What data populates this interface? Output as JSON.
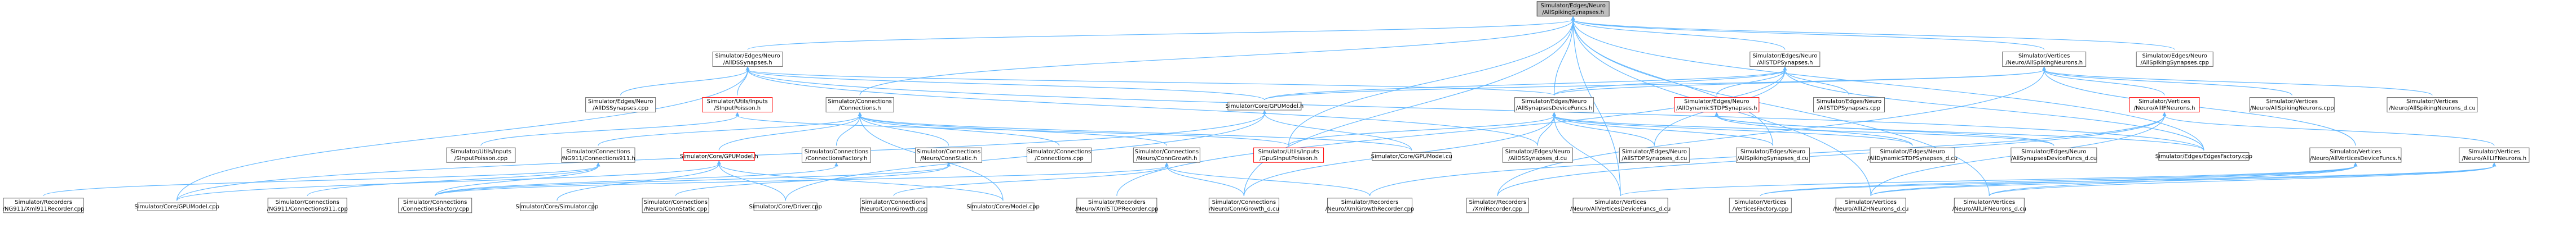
{
  "colors": {
    "edge": "#63b8ff",
    "node_border": "#666666",
    "root_fill": "#bfbfbf",
    "highlight_border": "#ff0000"
  },
  "nodes": [
    {
      "id": "root",
      "kind": "root",
      "lines": [
        "Simulator/Edges/Neuro",
        "/AllSpikingSynapses.h"
      ]
    },
    {
      "id": "ds",
      "lines": [
        "Simulator/Edges/Neuro",
        "/AllDSSynapses.h"
      ]
    },
    {
      "id": "conn",
      "lines": [
        "Simulator/Connections",
        "/Connections.h"
      ]
    },
    {
      "id": "stdp",
      "lines": [
        "Simulator/Edges/Neuro",
        "/AllSTDPSynapses.h"
      ]
    },
    {
      "id": "spkn",
      "lines": [
        "Simulator/Vertices",
        "/Neuro/AllSpikingNeurons.h"
      ]
    },
    {
      "id": "spks_cpp",
      "lines": [
        "Simulator/Edges/Neuro",
        "/AllSpikingSynapses.cpp"
      ]
    },
    {
      "id": "ds_cpp",
      "lines": [
        "Simulator/Edges/Neuro",
        "/AllDSSynapses.cpp"
      ]
    },
    {
      "id": "sinput",
      "kind": "red",
      "lines": [
        "Simulator/Utils/Inputs",
        "/SInputPoisson.h"
      ]
    },
    {
      "id": "gpumodel",
      "lines": [
        "Simulator/Core/GPUModel.h"
      ]
    },
    {
      "id": "sdf",
      "lines": [
        "Simulator/Edges/Neuro",
        "/AllSynapsesDeviceFuncs.h"
      ]
    },
    {
      "id": "dyn",
      "kind": "red",
      "lines": [
        "Simulator/Edges/Neuro",
        "/AllDynamicSTDPSynapses.h"
      ]
    },
    {
      "id": "stdp_cpp",
      "lines": [
        "Simulator/Edges/Neuro",
        "/AllSTDPSynapses.cpp"
      ]
    },
    {
      "id": "ifn",
      "kind": "red",
      "lines": [
        "Simulator/Vertices",
        "/Neuro/AllIFNeurons.h"
      ]
    },
    {
      "id": "spkn_cpp",
      "lines": [
        "Simulator/Vertices",
        "/Neuro/AllSpikingNeurons.cpp"
      ]
    },
    {
      "id": "spkn_cu",
      "lines": [
        "Simulator/Vertices",
        "/Neuro/AllSpikingNeurons_d.cu"
      ]
    },
    {
      "id": "sinput_cpp",
      "lines": [
        "Simulator/Utils/Inputs",
        "/SInputPoisson.cpp"
      ]
    },
    {
      "id": "c911",
      "lines": [
        "Simulator/Connections",
        "/NG911/Connections911.h"
      ]
    },
    {
      "id": "model",
      "kind": "red",
      "lines": [
        "Simulator/Core/GPUModel.h"
      ]
    },
    {
      "id": "cfact",
      "lines": [
        "Simulator/Connections",
        "/ConnectionsFactory.h"
      ]
    },
    {
      "id": "cstatic",
      "lines": [
        "Simulator/Connections",
        "/Neuro/ConnStatic.h"
      ]
    },
    {
      "id": "conn_cpp",
      "lines": [
        "Simulator/Connections",
        "/Connections.cpp"
      ]
    },
    {
      "id": "cgrowth",
      "lines": [
        "Simulator/Connections",
        "/Neuro/ConnGrowth.h"
      ]
    },
    {
      "id": "gpuinput",
      "kind": "red",
      "lines": [
        "Simulator/Utils/Inputs",
        "/GpuSInputPoisson.h"
      ]
    },
    {
      "id": "gpumodel_cu",
      "lines": [
        "Simulator/Core/GPUModel.cu"
      ]
    },
    {
      "id": "ds_cu",
      "lines": [
        "Simulator/Edges/Neuro",
        "/AllDSSynapses_d.cu"
      ]
    },
    {
      "id": "stdp_cu",
      "lines": [
        "Simulator/Edges/Neuro",
        "/AllSTDPSynapses_d.cu"
      ]
    },
    {
      "id": "spks_cu",
      "lines": [
        "Simulator/Edges/Neuro",
        "/AllSpikingSynapses_d.cu"
      ]
    },
    {
      "id": "dyn_cu",
      "lines": [
        "Simulator/Edges/Neuro",
        "/AllDynamicSTDPSynapses_d.cu"
      ]
    },
    {
      "id": "sdf_cu",
      "lines": [
        "Simulator/Edges/Neuro",
        "/AllSynapsesDeviceFuncs_d.cu"
      ]
    },
    {
      "id": "efact",
      "lines": [
        "Simulator/Edges/EdgesFactory.cpp"
      ]
    },
    {
      "id": "avdf",
      "lines": [
        "Simulator/Vertices",
        "/Neuro/AllVerticesDeviceFuncs.h"
      ]
    },
    {
      "id": "lifn",
      "lines": [
        "Simulator/Vertices",
        "/Neuro/AllLIFNeurons.h"
      ]
    },
    {
      "id": "xml911",
      "lines": [
        "Simulator/Recorders",
        "/NG911/Xml911Recorder.cpp"
      ]
    },
    {
      "id": "gpumodel_cpp",
      "lines": [
        "Simulator/Core/GPUModel.cpp"
      ]
    },
    {
      "id": "c911_cpp",
      "lines": [
        "Simulator/Connections",
        "/NG911/Connections911.cpp"
      ]
    },
    {
      "id": "cfact_cpp",
      "lines": [
        "Simulator/Connections",
        "/ConnectionsFactory.cpp"
      ]
    },
    {
      "id": "sim_cpp",
      "lines": [
        "Simulator/Core/Simulator.cpp"
      ]
    },
    {
      "id": "cstatic_cpp",
      "lines": [
        "Simulator/Connections",
        "/Neuro/ConnStatic.cpp"
      ]
    },
    {
      "id": "driver",
      "lines": [
        "Simulator/Core/Driver.cpp"
      ]
    },
    {
      "id": "cgrowth_cpp",
      "lines": [
        "Simulator/Connections",
        "/Neuro/ConnGrowth.cpp"
      ]
    },
    {
      "id": "model_cpp",
      "lines": [
        "Simulator/Core/Model.cpp"
      ]
    },
    {
      "id": "xmlstdp",
      "lines": [
        "Simulator/Recorders",
        "/Neuro/XmlSTDPRecorder.cpp"
      ]
    },
    {
      "id": "cgrowth_cu",
      "lines": [
        "Simulator/Connections",
        "/Neuro/ConnGrowth_d.cu"
      ]
    },
    {
      "id": "xmlgrowth",
      "lines": [
        "Simulator/Recorders",
        "/Neuro/XmlGrowthRecorder.cpp"
      ]
    },
    {
      "id": "xmlrec",
      "lines": [
        "Simulator/Recorders",
        "/XmlRecorder.cpp"
      ]
    },
    {
      "id": "avdf_cu",
      "lines": [
        "Simulator/Vertices",
        "/Neuro/AllVerticesDeviceFuncs_d.cu"
      ]
    },
    {
      "id": "vfact",
      "lines": [
        "Simulator/Vertices",
        "/VerticesFactory.cpp"
      ]
    },
    {
      "id": "aizh",
      "lines": [
        "Simulator/Vertices",
        "/Neuro/AllIZHNeurons_d.cu"
      ]
    },
    {
      "id": "lifn_cu",
      "lines": [
        "Simulator/Vertices",
        "/Neuro/AllLIFNeurons_d.cu"
      ]
    }
  ],
  "edges": [
    [
      "root",
      "ds"
    ],
    [
      "root",
      "conn"
    ],
    [
      "root",
      "stdp"
    ],
    [
      "root",
      "spkn"
    ],
    [
      "root",
      "spks_cpp"
    ],
    [
      "root",
      "sdf"
    ],
    [
      "root",
      "gpuinput"
    ],
    [
      "root",
      "efact"
    ],
    [
      "root",
      "spks_cu"
    ],
    [
      "root",
      "cgrowth_cu"
    ],
    [
      "root",
      "avdf_cu"
    ],
    [
      "root",
      "aizh"
    ],
    [
      "root",
      "lifn_cu"
    ],
    [
      "ds",
      "ds_cpp"
    ],
    [
      "ds",
      "sinput"
    ],
    [
      "ds",
      "gpumodel"
    ],
    [
      "ds",
      "sdf"
    ],
    [
      "ds",
      "ds_cu"
    ],
    [
      "ds",
      "efact"
    ],
    [
      "ds",
      "gpumodel_cpp"
    ],
    [
      "conn",
      "c911"
    ],
    [
      "conn",
      "model"
    ],
    [
      "conn",
      "cfact"
    ],
    [
      "conn",
      "cstatic"
    ],
    [
      "conn",
      "conn_cpp"
    ],
    [
      "conn",
      "cgrowth"
    ],
    [
      "conn",
      "gpumodel_cu"
    ],
    [
      "conn",
      "model_cpp"
    ],
    [
      "stdp",
      "dyn"
    ],
    [
      "stdp",
      "stdp_cpp"
    ],
    [
      "stdp",
      "sdf"
    ],
    [
      "stdp",
      "gpumodel"
    ],
    [
      "stdp",
      "stdp_cu"
    ],
    [
      "stdp",
      "efact"
    ],
    [
      "stdp",
      "xmlstdp"
    ],
    [
      "spkn",
      "ifn"
    ],
    [
      "spkn",
      "spkn_cpp"
    ],
    [
      "spkn",
      "spkn_cu"
    ],
    [
      "spkn",
      "sdf"
    ],
    [
      "spkn",
      "avdf"
    ],
    [
      "spkn",
      "gpumodel"
    ],
    [
      "spkn",
      "xmlrec"
    ],
    [
      "sinput",
      "sinput_cpp"
    ],
    [
      "sinput",
      "gpuinput"
    ],
    [
      "gpumodel",
      "gpumodel_cu"
    ],
    [
      "gpumodel",
      "gpumodel_cpp"
    ],
    [
      "gpumodel",
      "driver"
    ],
    [
      "sdf",
      "ds_cu"
    ],
    [
      "sdf",
      "stdp_cu"
    ],
    [
      "sdf",
      "spks_cu"
    ],
    [
      "sdf",
      "dyn_cu"
    ],
    [
      "sdf",
      "sdf_cu"
    ],
    [
      "sdf",
      "gpuinput"
    ],
    [
      "sdf",
      "cgrowth_cu"
    ],
    [
      "sdf",
      "avdf_cu"
    ],
    [
      "dyn",
      "dyn_cu"
    ],
    [
      "dyn",
      "sdf_cu"
    ],
    [
      "dyn",
      "efact"
    ],
    [
      "ifn",
      "lifn"
    ],
    [
      "ifn",
      "xmlgrowth"
    ],
    [
      "ifn",
      "xmlrec"
    ],
    [
      "ifn",
      "aizh"
    ],
    [
      "c911",
      "xml911"
    ],
    [
      "c911",
      "c911_cpp"
    ],
    [
      "c911",
      "cfact_cpp"
    ],
    [
      "model",
      "gpumodel_cpp"
    ],
    [
      "model",
      "sim_cpp"
    ],
    [
      "model",
      "driver"
    ],
    [
      "model",
      "model_cpp"
    ],
    [
      "cfact",
      "cfact_cpp"
    ],
    [
      "cstatic",
      "cstatic_cpp"
    ],
    [
      "cstatic",
      "cfact_cpp"
    ],
    [
      "cgrowth",
      "cgrowth_cpp"
    ],
    [
      "cgrowth",
      "cgrowth_cu"
    ],
    [
      "cgrowth",
      "xmlgrowth"
    ],
    [
      "cgrowth",
      "cfact_cpp"
    ],
    [
      "avdf",
      "avdf_cu"
    ],
    [
      "avdf",
      "vfact"
    ],
    [
      "avdf",
      "aizh"
    ],
    [
      "avdf",
      "lifn_cu"
    ],
    [
      "lifn",
      "vfact"
    ],
    [
      "lifn",
      "aizh"
    ],
    [
      "lifn",
      "lifn_cu"
    ]
  ]
}
